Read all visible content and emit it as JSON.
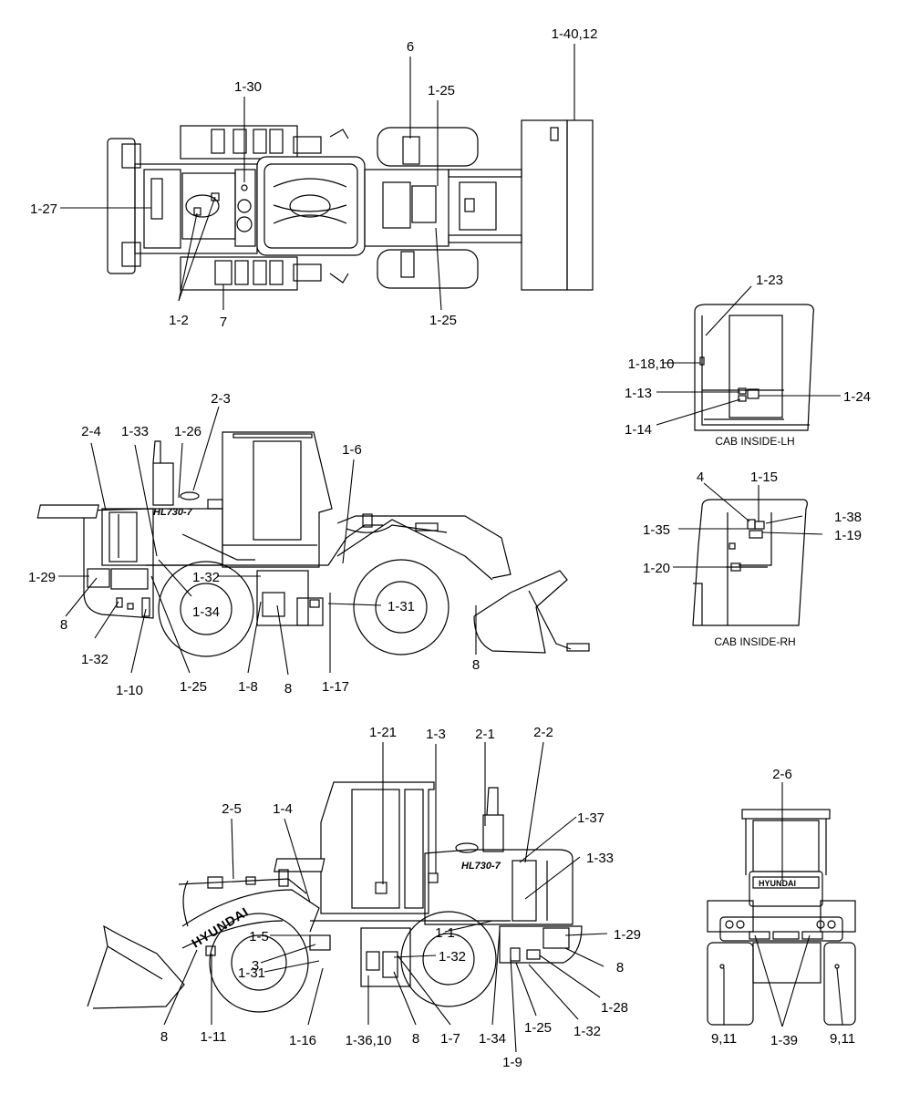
{
  "labels": {
    "top_view": [
      "1-30",
      "6",
      "1-25",
      "1-40,12",
      "1-27",
      "1-2",
      "7",
      "1-25"
    ],
    "cab_lh": [
      "1-23",
      "1-18,10",
      "1-13",
      "1-24",
      "1-14"
    ],
    "cab_rh": [
      "4",
      "1-15",
      "1-38",
      "1-35",
      "1-19",
      "1-20"
    ],
    "side_lh": [
      "2-3",
      "2-4",
      "1-33",
      "1-26",
      "1-6",
      "1-29",
      "8",
      "1-32",
      "1-34",
      "1-31",
      "1-32",
      "1-10",
      "1-25",
      "1-8",
      "8",
      "1-17",
      "8"
    ],
    "side_rh": [
      "1-21",
      "1-3",
      "2-1",
      "2-2",
      "1-37",
      "2-5",
      "1-4",
      "1-33",
      "1-29",
      "1-1",
      "1-5",
      "1-32",
      "3",
      "8",
      "1-31",
      "8",
      "1-11",
      "1-16",
      "1-36,10",
      "8",
      "1-7",
      "1-34",
      "1-25",
      "1-28",
      "1-32",
      "1-9"
    ],
    "rear_view": [
      "2-6",
      "9,11",
      "1-39",
      "9,11"
    ]
  },
  "captions": {
    "cab_lh": "CAB INSIDE-LH",
    "cab_rh": "CAB INSIDE-RH"
  },
  "decals": {
    "model_lh": "HL730-7",
    "model_rh": "HL730-7",
    "brand_side": "HYUNDAI",
    "brand_rear": "HYUNDAI"
  }
}
